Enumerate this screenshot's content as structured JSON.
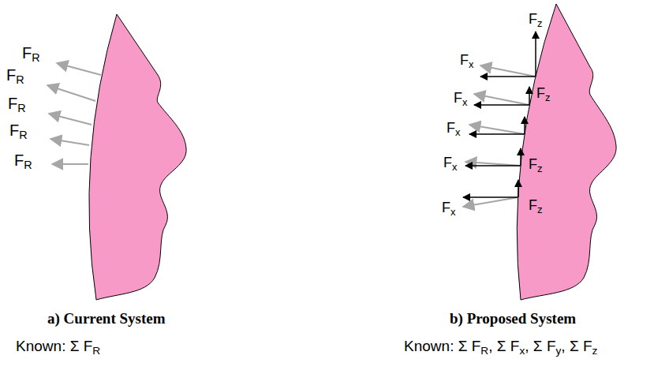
{
  "diagram": {
    "labels": [
      "FR",
      "FR",
      "FR",
      "FR",
      "FR",
      "Fz",
      "Fx",
      "Fx",
      "Fz",
      "Fx",
      "Fx",
      "Fz",
      "Fx",
      "Fz",
      "a) Current System",
      "b) Proposed System",
      "Known: Σ FR",
      "Known: Σ FR, Σ Fx, Σ Fy, Σ Fz"
    ]
  }
}
